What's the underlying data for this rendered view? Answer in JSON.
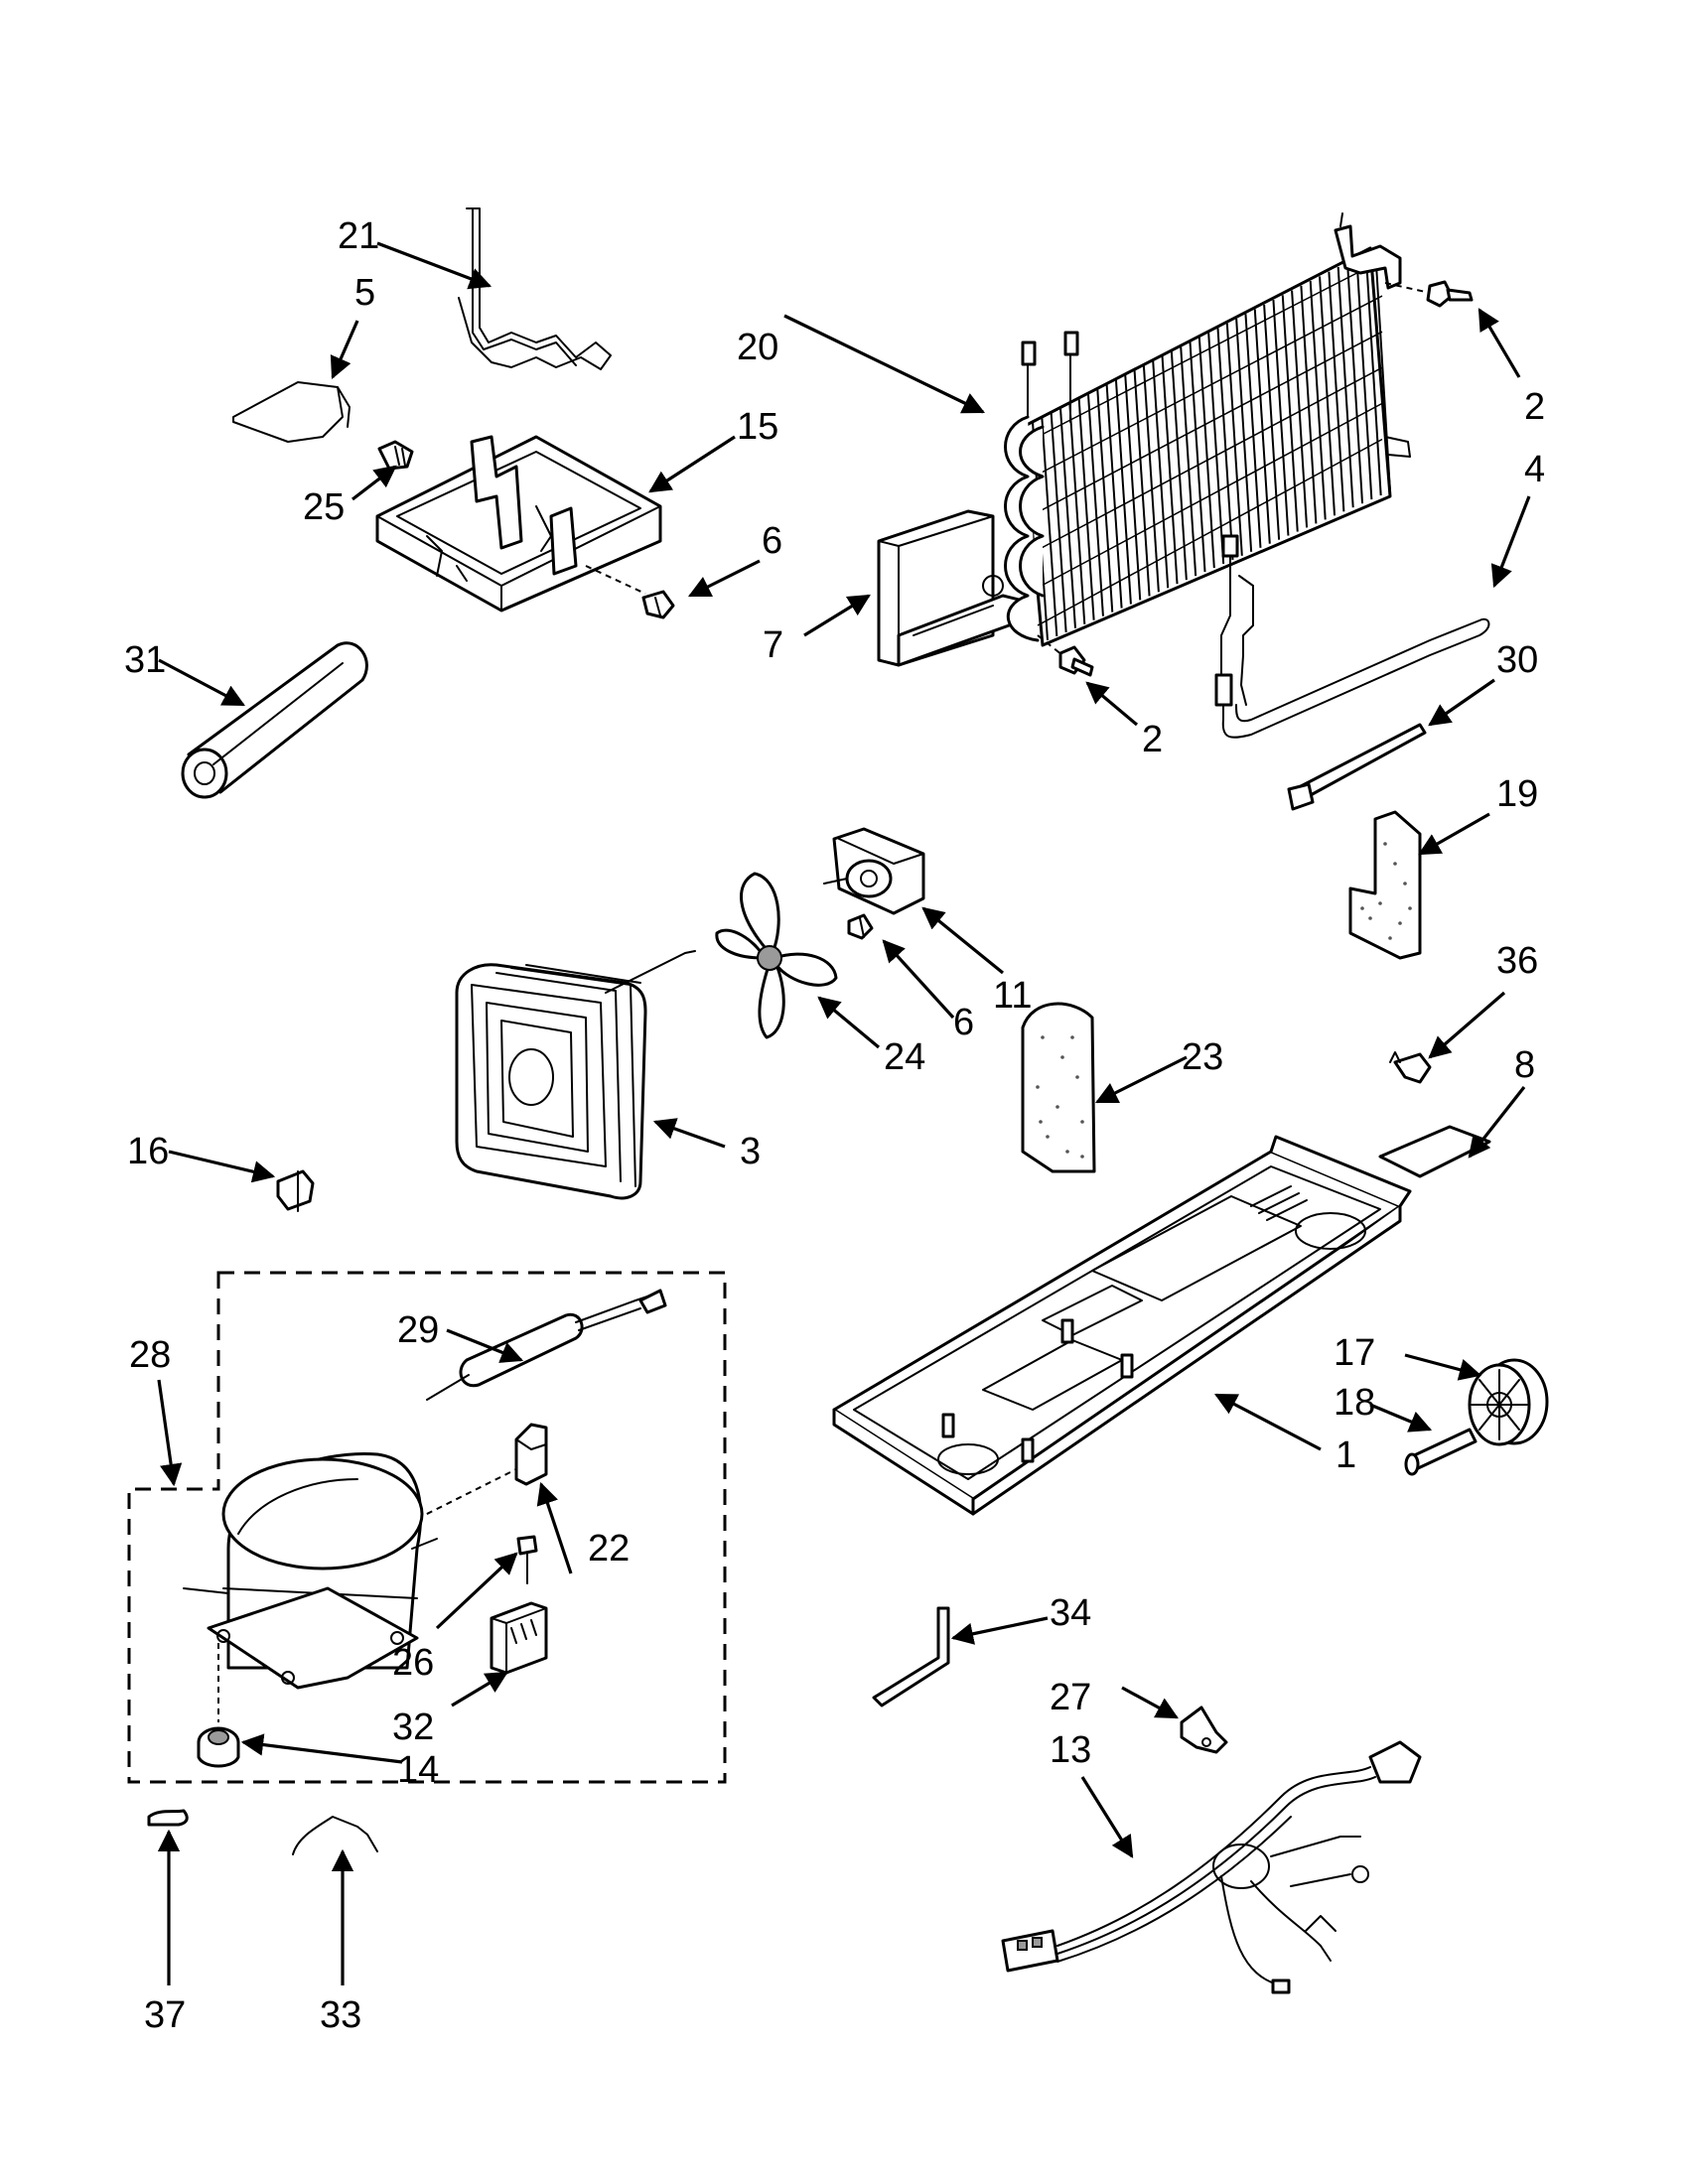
{
  "diagram": {
    "callouts": {
      "c1": "1",
      "c2a": "2",
      "c2b": "2",
      "c3": "3",
      "c4": "4",
      "c5": "5",
      "c6a": "6",
      "c6b": "6",
      "c7": "7",
      "c8": "8",
      "c11": "11",
      "c13": "13",
      "c14": "14",
      "c15": "15",
      "c16": "16",
      "c17": "17",
      "c18": "18",
      "c19": "19",
      "c20": "20",
      "c21": "21",
      "c22": "22",
      "c23": "23",
      "c24": "24",
      "c25": "25",
      "c26": "26",
      "c27": "27",
      "c28": "28",
      "c29": "29",
      "c30": "30",
      "c31": "31",
      "c32": "32",
      "c33": "33",
      "c34": "34",
      "c36": "36",
      "c37": "37"
    }
  }
}
